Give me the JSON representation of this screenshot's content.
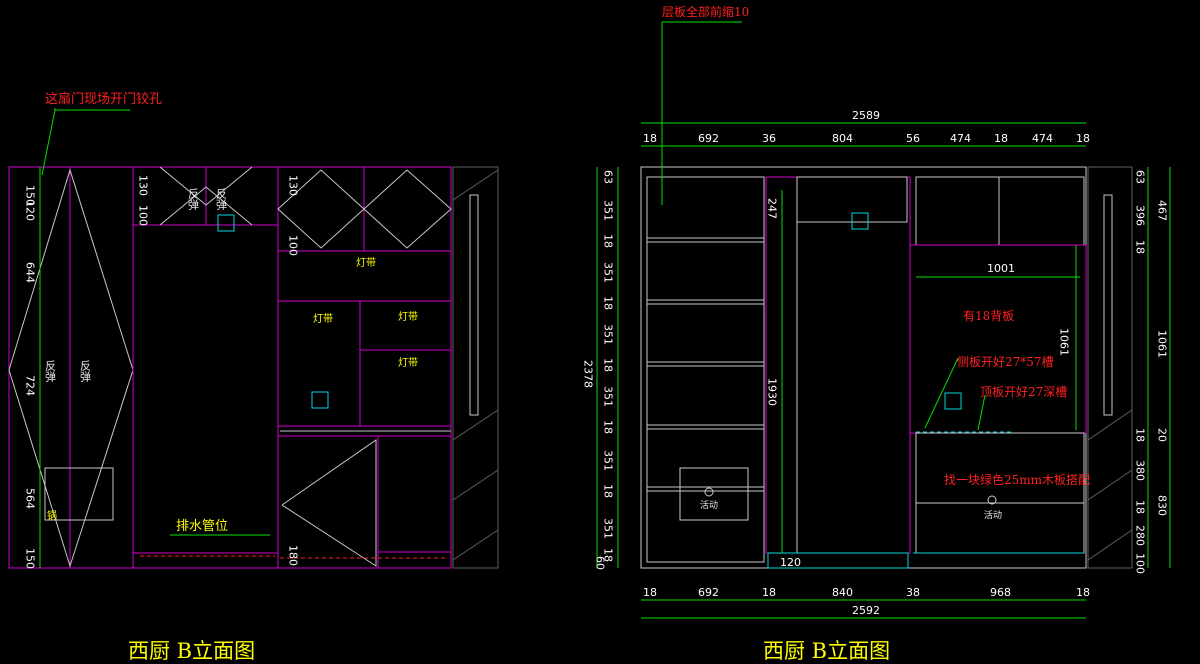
{
  "left_elevation": {
    "caption": "西厨 B立面图",
    "annotation_hinge": "这扇门现场开门铰孔",
    "annotation_drain": "排水管位",
    "door_labels": [
      "反弹",
      "反弹",
      "反弹",
      "反弹"
    ],
    "light_labels": [
      "灯带",
      "灯带",
      "灯带",
      "灯带"
    ],
    "vertical_dims": [
      "150",
      "120",
      "644",
      "724",
      "564",
      "150"
    ],
    "inner_dims": [
      "130",
      "100",
      "130",
      "100",
      "180"
    ],
    "tag_small": "锅"
  },
  "right_elevation": {
    "caption": "西厨 B立面图",
    "annotation_top": "层板全部前缩10",
    "note_back_panel": "有18背板",
    "note_side_slot": "侧板开好27*57槽",
    "note_top_slot": "顶板开好27深槽",
    "note_board": "找一块绿色25mm木板搭配",
    "overall_width_top": "2589",
    "overall_width_bottom": "2592",
    "overall_height": "2378",
    "top_dims": [
      "18",
      "692",
      "36",
      "804",
      "56",
      "474",
      "18",
      "474",
      "18"
    ],
    "bottom_dims": [
      "18",
      "692",
      "18",
      "840",
      "38",
      "968",
      "18"
    ],
    "left_vdims": [
      "63",
      "351",
      "18",
      "351",
      "18",
      "351",
      "18",
      "351",
      "18",
      "351",
      "18",
      "351",
      "18",
      "60"
    ],
    "right_vdims_a": [
      "63",
      "396",
      "18",
      "1061",
      "18",
      "380",
      "18",
      "280",
      "100"
    ],
    "right_vdims_b": [
      "467",
      "1061",
      "20",
      "830"
    ],
    "inner_widths": [
      "1001"
    ],
    "inner_heights": [
      "247",
      "1930",
      "1061",
      "120"
    ],
    "small_tags": [
      "活动",
      "活动"
    ]
  }
}
